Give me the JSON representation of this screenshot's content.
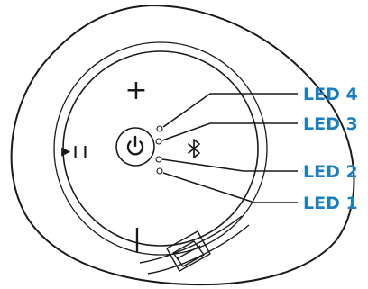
{
  "device": {
    "buttons": {
      "volume_up": "+",
      "volume_down": "|",
      "play_pause": "▶❙❙",
      "power": "power-icon",
      "bluetooth": "bluetooth-icon"
    }
  },
  "callouts": [
    {
      "id": "led4",
      "label": "LED 4"
    },
    {
      "id": "led3",
      "label": "LED 3"
    },
    {
      "id": "led2",
      "label": "LED 2"
    },
    {
      "id": "led1",
      "label": "LED 1"
    }
  ],
  "colors": {
    "callout": "#1a7ec4",
    "outline": "#1a1a1a",
    "background": "#ffffff"
  }
}
